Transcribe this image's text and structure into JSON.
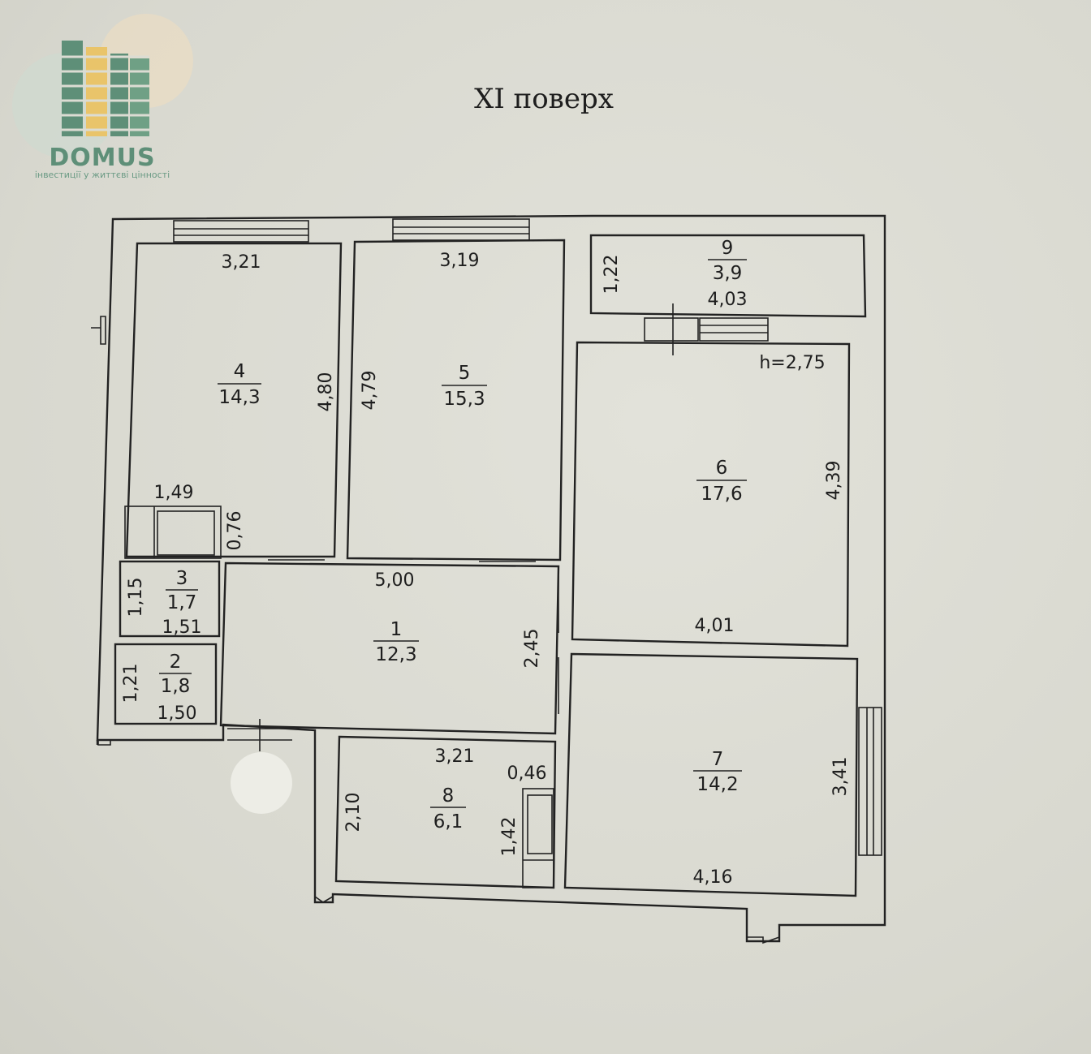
{
  "title": "XI поверх",
  "logo": {
    "brand": "DOMUS",
    "tagline": "інвестиції у життєві цінності",
    "colors": {
      "green": "#5e8f78",
      "yellow": "#e9c46a"
    }
  },
  "height_label": "h=2,75",
  "rooms": [
    {
      "number": "1",
      "area": "12,3"
    },
    {
      "number": "2",
      "area": "1,8"
    },
    {
      "number": "3",
      "area": "1,7"
    },
    {
      "number": "4",
      "area": "14,3"
    },
    {
      "number": "5",
      "area": "15,3"
    },
    {
      "number": "6",
      "area": "17,6"
    },
    {
      "number": "7",
      "area": "14,2"
    },
    {
      "number": "8",
      "area": "6,1"
    },
    {
      "number": "9",
      "area": "3,9"
    }
  ],
  "dimensions": {
    "r4_top": "3,21",
    "r4_side": "4,80",
    "r5_top": "3,19",
    "r5_side": "4,79",
    "r9_side": "1,22",
    "r9_bottom": "4,03",
    "closet_width": "1,49",
    "closet_depth": "0,76",
    "r3_side": "1,15",
    "r3_bottom": "1,51",
    "r2_side": "1,21",
    "r2_bottom": "1,50",
    "r1_top": "5,00",
    "r1_side": "2,45",
    "r6_side": "4,39",
    "r6_bottom": "4,01",
    "r8_top": "3,21",
    "r8_side": "2,10",
    "r8_niche": "0,46",
    "r8_niche_side": "1,42",
    "r7_side": "3,41",
    "r7_bottom": "4,16"
  }
}
